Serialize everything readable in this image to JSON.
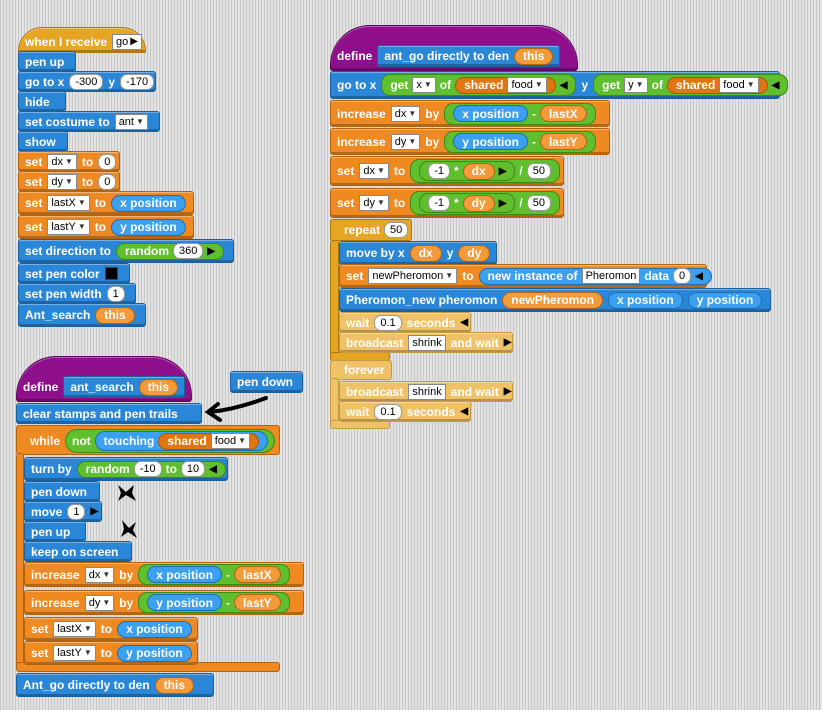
{
  "script1": {
    "hat_label": "when I receive",
    "hat_msg": "go",
    "pen_up": "pen up",
    "goto": "go to x",
    "goto_x": "-300",
    "goto_y_label": "y",
    "goto_y": "-170",
    "hide": "hide",
    "set_costume": "set costume to",
    "costume": "ant",
    "show": "show",
    "set": "set",
    "to": "to",
    "var_dx": "dx",
    "var_dy": "dy",
    "zero": "0",
    "var_lastx": "lastX",
    "var_lasty": "lastY",
    "x_position": "x position",
    "y_position": "y position",
    "set_direction": "set direction to",
    "random": "random",
    "random_val": "360",
    "set_pen_color": "set pen color",
    "pen_color": "#000000",
    "set_pen_width": "set pen width",
    "pen_width": "1",
    "ant_search": "Ant_search",
    "this": "this"
  },
  "script2": {
    "define": "define",
    "name": "ant_search",
    "this": "this",
    "floating_pen_down": "pen down",
    "clear": "clear stamps and pen trails",
    "while": "while",
    "not": "not",
    "touching": "touching",
    "shared": "shared",
    "food": "food",
    "turn_by": "turn by",
    "random": "random",
    "rand_from": "-10",
    "to": "to",
    "rand_to": "10",
    "pen_down": "pen down",
    "move": "move",
    "move_val": "1",
    "pen_up": "pen up",
    "keep_on_screen": "keep on screen",
    "increase": "increase",
    "by": "by",
    "var_dx": "dx",
    "var_dy": "dy",
    "x_position": "x position",
    "y_position": "y position",
    "minus": "-",
    "lastX": "lastX",
    "lastY": "lastY",
    "set": "set",
    "ant_go": "Ant_go directly  to den"
  },
  "script3": {
    "define": "define",
    "name": "ant_go  directly  to  den",
    "this": "this",
    "goto": "go to x",
    "get": "get",
    "x": "x",
    "y": "y",
    "of": "of",
    "shared": "shared",
    "food": "food",
    "increase": "increase",
    "by": "by",
    "dx": "dx",
    "dy": "dy",
    "x_position": "x position",
    "y_position": "y position",
    "minus": "-",
    "lastX": "lastX",
    "lastY": "lastY",
    "set": "set",
    "to": "to",
    "neg1": "-1",
    "times": "*",
    "div": "/",
    "fifty": "50",
    "repeat": "repeat",
    "repeat_n": "50",
    "move_by_x": "move by x",
    "new_pheromon_var": "newPheromon",
    "new_instance": "new instance of",
    "pheromon": "Pheromon",
    "data": "data",
    "data_val": "0",
    "pheromon_new": "Pheromon_new pheromon",
    "new_pheromon": "newPheromon",
    "wait": "wait",
    "wait_val": "0.1",
    "seconds": "seconds",
    "broadcast": "broadcast",
    "shrink": "shrink",
    "and_wait": "and wait",
    "forever": "forever"
  }
}
